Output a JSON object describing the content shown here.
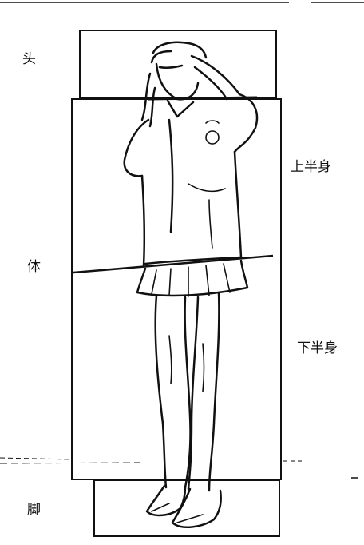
{
  "labels": {
    "head": "头",
    "upper_body": "上半身",
    "body": "体",
    "lower_body": "下半身",
    "feet": "脚"
  },
  "colors": {
    "ink": "#111111",
    "paper": "#ffffff"
  }
}
